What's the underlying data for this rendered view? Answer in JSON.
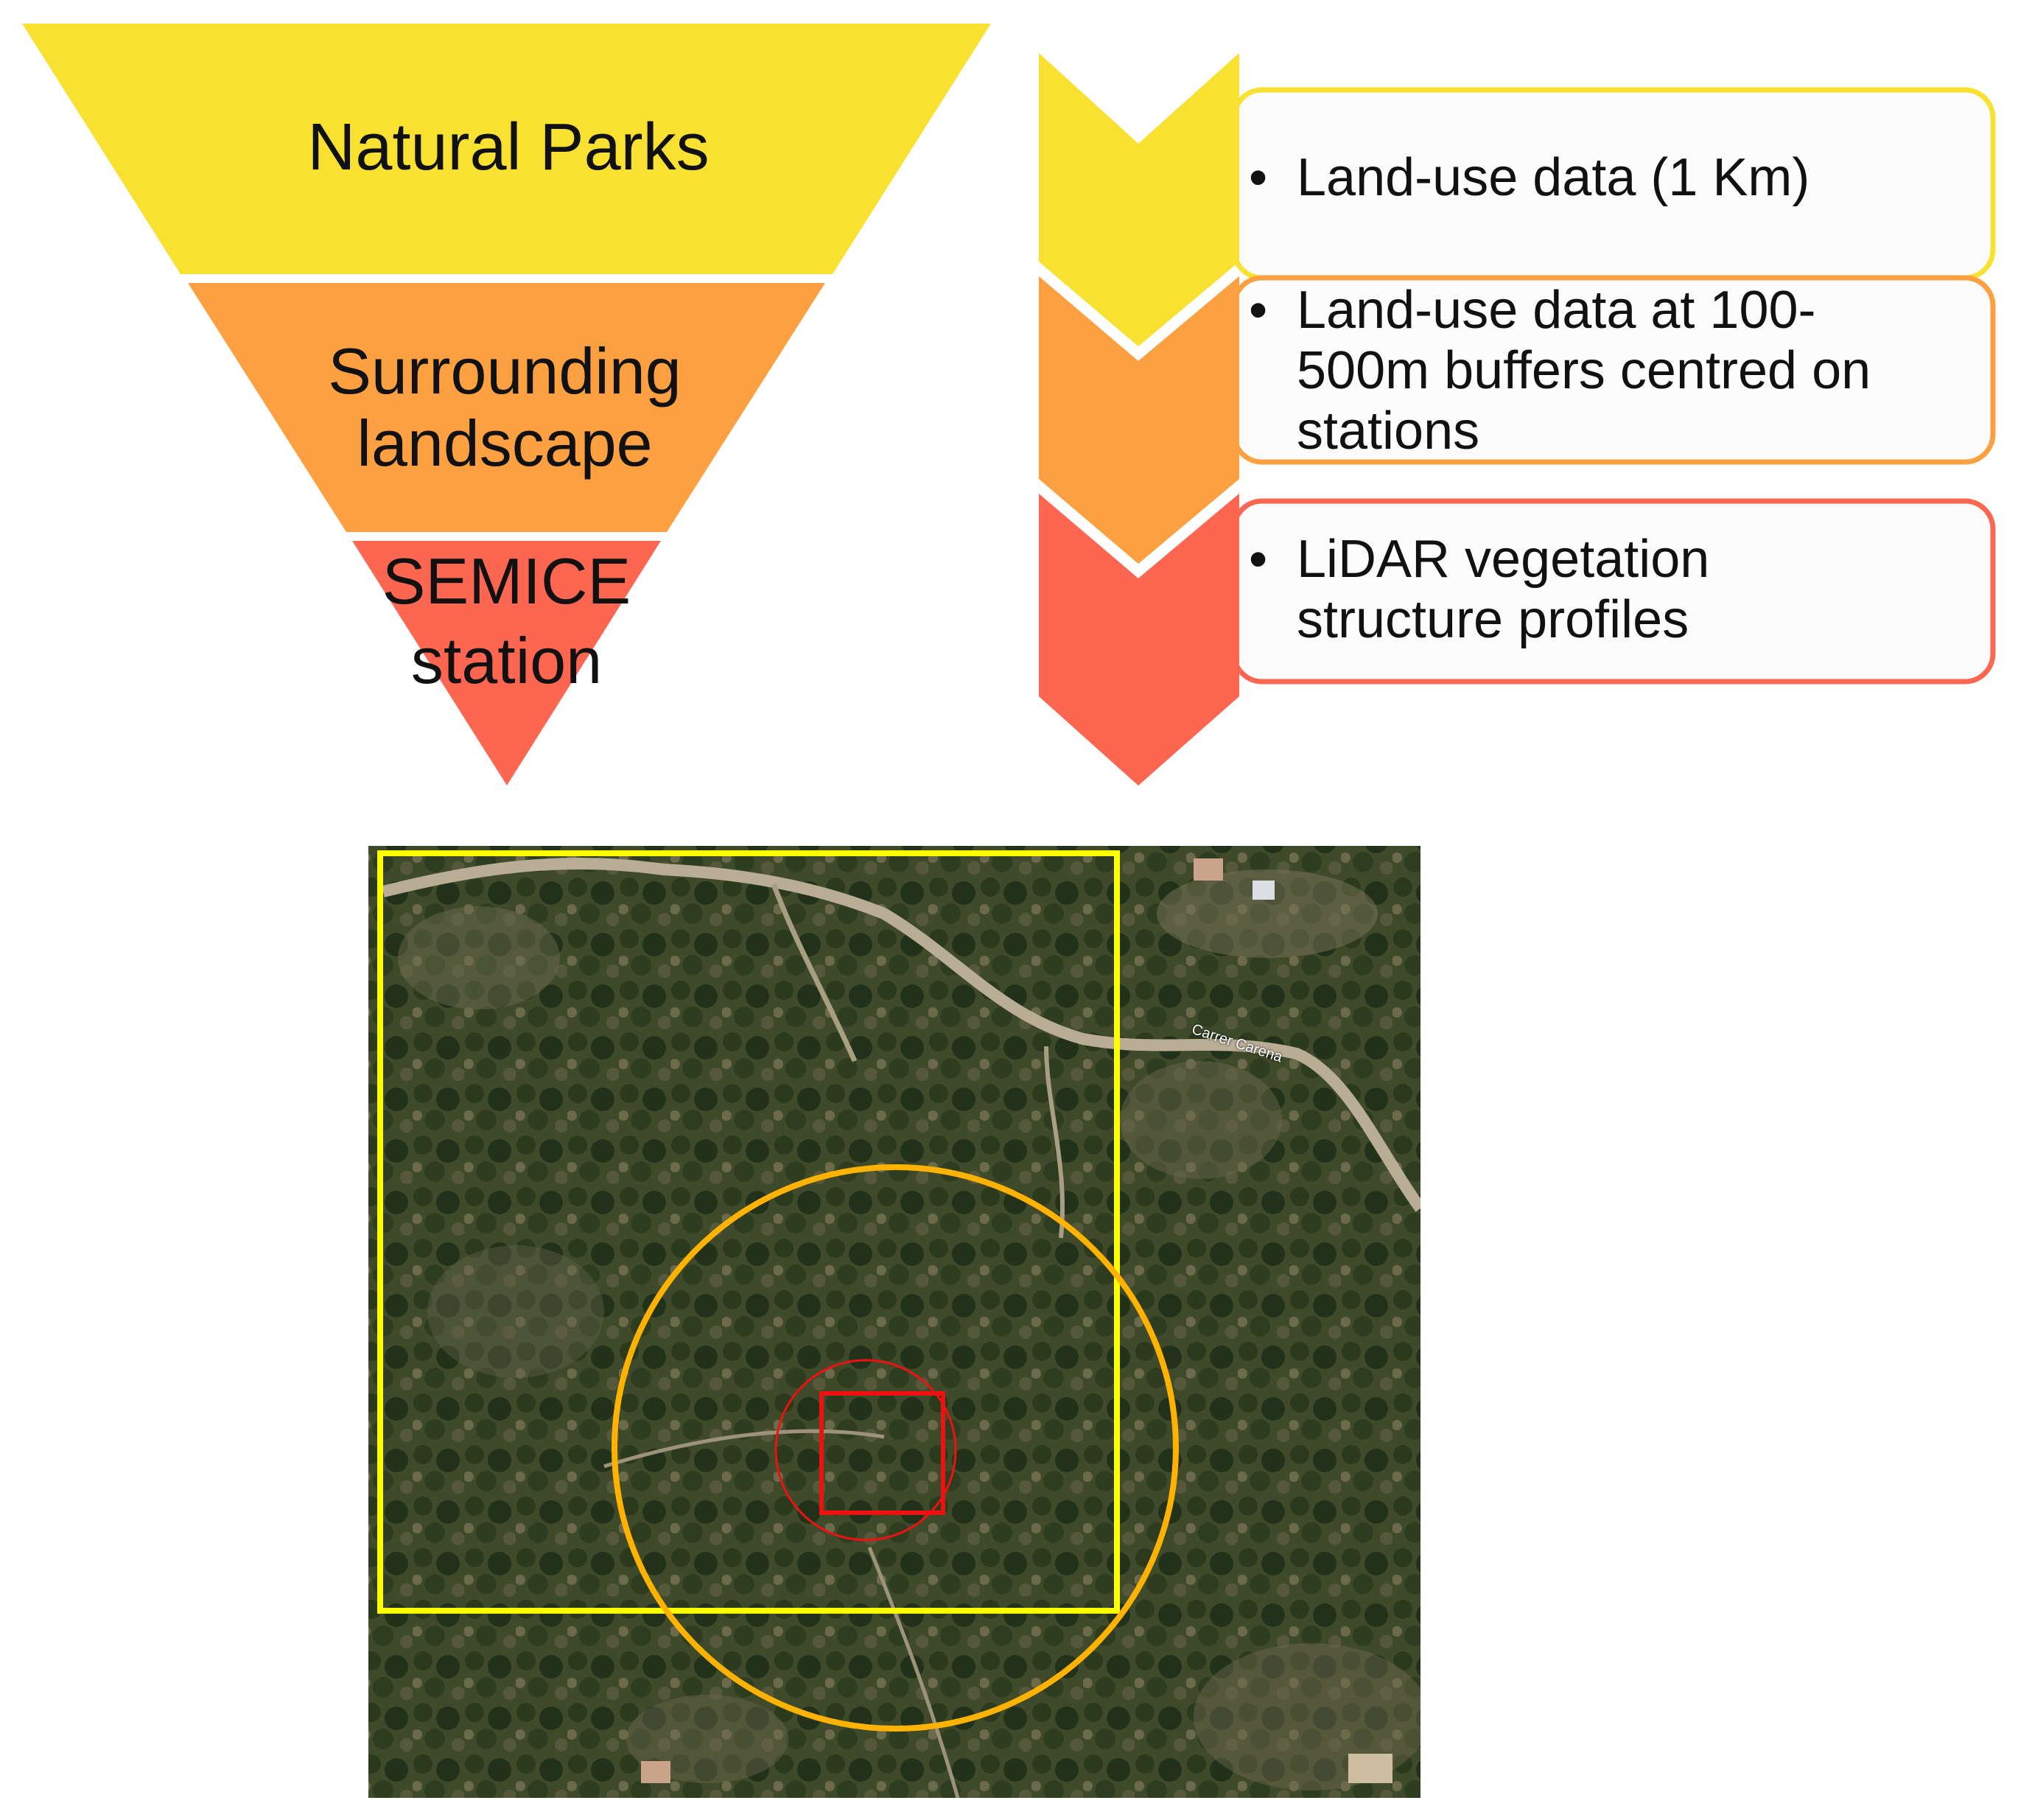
{
  "pyramid": {
    "top_label": "Natural Parks",
    "middle_label_line1": "Surrounding",
    "middle_label_line2": "landscape",
    "bottom_label_line1": "SEMICE",
    "bottom_label_line2": "station"
  },
  "scales": [
    {
      "bullet": "•",
      "lines": [
        "Land-use data (1 Km)"
      ]
    },
    {
      "bullet": "•",
      "lines": [
        "Land-use data at 100-",
        "500m buffers centred on",
        "stations"
      ]
    },
    {
      "bullet": "•",
      "lines": [
        "LiDAR vegetation",
        "structure profiles"
      ]
    }
  ],
  "map": {
    "street_label": "Carrer Carena"
  },
  "colors": {
    "yellow": "#f8e131",
    "orange": "#fca041",
    "red": "#fd6651",
    "outline_yellow": "#ffff00",
    "outline_orange": "#ffb200",
    "outline_red": "#ee1111"
  }
}
